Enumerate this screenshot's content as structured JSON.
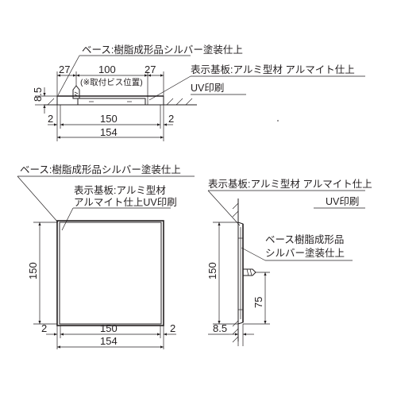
{
  "top_view": {
    "base_label": "ベース:樹脂成形品シルバー塗装仕上",
    "plate_label_line1": "表示基板:アルミ型材 アルマイト仕上",
    "plate_label_line2": "UV印刷",
    "screw_note": "(※取付ビス位置)",
    "dim_left_27": "27",
    "dim_100": "100",
    "dim_right_27": "27",
    "dim_height_8_5": "8.5",
    "dim_2_left": "2",
    "dim_150": "150",
    "dim_2_right": "2",
    "dim_154": "154"
  },
  "front_view": {
    "base_label": "ベース:樹脂成形品シルバー塗装仕上",
    "plate_label_line1": "表示基板:アルミ型材",
    "plate_label_line2": "アルマイト仕上UV印刷",
    "dim_150_vertical": "150",
    "dim_2_left": "2",
    "dim_150": "150",
    "dim_2_right": "2",
    "dim_154": "154"
  },
  "side_view": {
    "plate_label_line1": "表示基板:アルミ型材 アルマイト仕上",
    "plate_label_line2": "UV印刷",
    "base_label_line1": "ベース樹脂成形品",
    "base_label_line2": "シルバー塗装仕上",
    "dim_150_vertical": "150",
    "dim_75_vertical": "75",
    "dim_8_5": "8.5"
  }
}
